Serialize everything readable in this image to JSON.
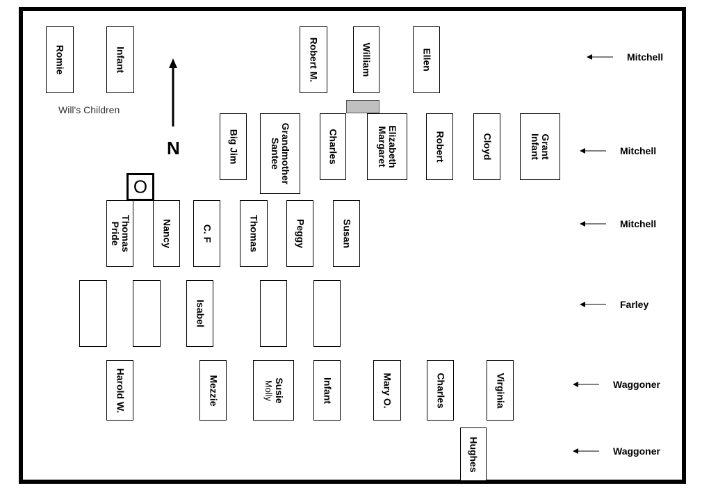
{
  "caption": "Will's Children",
  "north_label": "N",
  "o_marker": "O",
  "plots": [
    {
      "id": "romie",
      "lines": [
        "Romie"
      ]
    },
    {
      "id": "infant-1",
      "lines": [
        "Infant"
      ]
    },
    {
      "id": "robert-m",
      "lines": [
        "Robert M."
      ]
    },
    {
      "id": "william",
      "lines": [
        "William"
      ]
    },
    {
      "id": "ellen",
      "lines": [
        "Ellen"
      ]
    },
    {
      "id": "big-jim",
      "lines": [
        "Big Jim"
      ]
    },
    {
      "id": "grandmother-santee",
      "lines": [
        "Grandmother",
        "Santee"
      ]
    },
    {
      "id": "charles-1",
      "lines": [
        "Charles"
      ]
    },
    {
      "id": "elizabeth-margaret",
      "lines": [
        "Elizabeth",
        "Margaret"
      ]
    },
    {
      "id": "robert",
      "lines": [
        "Robert"
      ]
    },
    {
      "id": "cloyd",
      "lines": [
        "Cloyd"
      ]
    },
    {
      "id": "grant-infant",
      "lines": [
        "Grant",
        "Infant"
      ]
    },
    {
      "id": "thomas-pride",
      "lines": [
        "Thomas",
        "Pride"
      ]
    },
    {
      "id": "nancy",
      "lines": [
        "Nancy"
      ]
    },
    {
      "id": "c-f",
      "lines": [
        "C. F"
      ]
    },
    {
      "id": "thomas",
      "lines": [
        "Thomas"
      ]
    },
    {
      "id": "peggy",
      "lines": [
        "Peggy"
      ]
    },
    {
      "id": "susan",
      "lines": [
        "Susan"
      ]
    },
    {
      "id": "blank-1",
      "lines": []
    },
    {
      "id": "blank-2",
      "lines": []
    },
    {
      "id": "isabel",
      "lines": [
        "Isabel"
      ]
    },
    {
      "id": "blank-3",
      "lines": []
    },
    {
      "id": "blank-4",
      "lines": []
    },
    {
      "id": "harold-w",
      "lines": [
        "Harold W."
      ]
    },
    {
      "id": "mezzie",
      "lines": [
        "Mezzie"
      ]
    },
    {
      "id": "susie-molly",
      "lines": [
        "Susie"
      ],
      "sub": "Molly"
    },
    {
      "id": "infant-2",
      "lines": [
        "Infant"
      ]
    },
    {
      "id": "mary-o",
      "lines": [
        "Mary O."
      ]
    },
    {
      "id": "charles-2",
      "lines": [
        "Charles"
      ]
    },
    {
      "id": "virginia",
      "lines": [
        "Virginia"
      ]
    },
    {
      "id": "hughes",
      "lines": [
        "Hughes"
      ]
    }
  ],
  "row_labels": [
    "Mitchell",
    "Mitchell",
    "Mitchell",
    "Farley",
    "Waggoner",
    "Waggoner"
  ]
}
